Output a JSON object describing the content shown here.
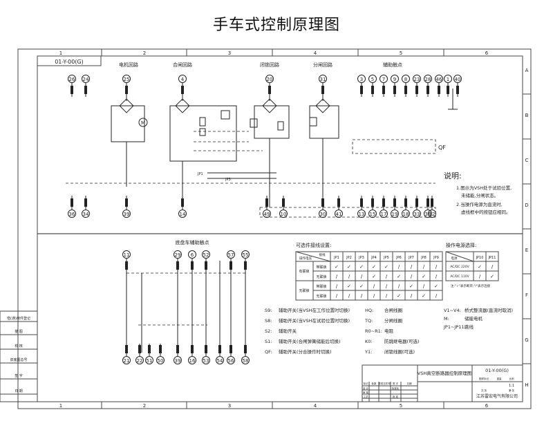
{
  "page_title": "手车式控制原理图",
  "drawing_code_stamp": "01-Y-00(G)",
  "grid_columns": [
    "1",
    "2",
    "3",
    "4",
    "5",
    "6"
  ],
  "grid_rows": [
    "A",
    "B",
    "C",
    "D",
    "E",
    "F",
    "G",
    "H"
  ],
  "section_labels": {
    "motor_circuit": "电机回路",
    "opening_circuit": "合闸回路",
    "closing_circuit": "闭锁回路",
    "trip_circuit": "分闸回路",
    "aux_contacts": "辅助触点",
    "chassis_aux": "底盘车辅助触点"
  },
  "top_terminals": [
    "26",
    "24",
    "25",
    "4",
    "20",
    "31",
    "3",
    "5",
    "7",
    "9",
    "8",
    "23",
    "28",
    "46",
    "1",
    "40"
  ],
  "bottom_terminals": [
    "36",
    "34",
    "39",
    "14",
    "49",
    "10",
    "30",
    "41",
    "13",
    "15",
    "17",
    "19",
    "18",
    "33",
    "38",
    "12"
  ],
  "chassis_top_terminals": [
    "11",
    "29",
    "6",
    "52",
    "57",
    "55"
  ],
  "chassis_bottom_terminals": [
    "21",
    "22",
    "51",
    "50",
    "39",
    "16",
    "53",
    "54",
    "56",
    "58"
  ],
  "qf_label": "QF",
  "notes": {
    "heading": "说明:",
    "lines": [
      "1.图示为VSH处于试验位置,",
      "未储能,分闸状态。",
      "2.当操作电源为直流时,",
      "虚线框中的按钮应相同。"
    ]
  },
  "jumper_table": {
    "title": "可选件接线设置:",
    "header_left": [
      "操作电压",
      "接线"
    ],
    "columns": [
      "JP1",
      "JP2",
      "JP3",
      "JP4",
      "JP5",
      "JP6",
      "JP7",
      "JP8",
      "JP9"
    ],
    "rows": [
      {
        "group": "有联锁",
        "sub": "带联锁",
        "cells": [
          "✓",
          "✓",
          "✓",
          "✓",
          "✓",
          "/",
          "/",
          "/",
          "/"
        ]
      },
      {
        "group": "有联锁",
        "sub": "无联锁",
        "cells": [
          "/",
          "/",
          "/",
          "✓",
          "/",
          "✓",
          "/",
          "✓",
          "/"
        ]
      },
      {
        "group": "无联锁",
        "sub": "带联锁",
        "cells": [
          "/",
          "✓",
          "✓",
          "/",
          "/",
          "/",
          "✓",
          "/",
          "✓"
        ]
      },
      {
        "group": "无联锁",
        "sub": "无联锁",
        "cells": [
          "/",
          "/",
          "/",
          "/",
          "/",
          "✓",
          "/",
          "✓",
          "/"
        ]
      }
    ]
  },
  "power_table": {
    "title": "操作电源选择:",
    "columns": [
      "JP10",
      "JP11"
    ],
    "header_left": "电源",
    "rows": [
      {
        "label": "AC/DC 220V",
        "cells": [
          "✓",
          "/"
        ]
      },
      {
        "label": "AC/DC 110V",
        "cells": [
          "/",
          "✓"
        ]
      }
    ],
    "footnote": "注:\"✓\"表示断开;\"/\"表示连接"
  },
  "legend": [
    {
      "code": "S9:",
      "desc": "辅助开关(当VSH在工作位置时切换)"
    },
    {
      "code": "S8:",
      "desc": "辅助开关(当VSH在试验位置时切换)"
    },
    {
      "code": "S2:",
      "desc": "辅助开关"
    },
    {
      "code": "S1:",
      "desc": "辅助开关(合闸弹簧储能后切换)"
    },
    {
      "code": "QF:",
      "desc": "辅助开关(分合操作时切换)"
    }
  ],
  "legend_mid": [
    {
      "code": "HQ:",
      "desc": "合闸线圈"
    },
    {
      "code": "TQ:",
      "desc": "分闸线圈"
    },
    {
      "code": "R0~R1:",
      "desc": "电阻"
    },
    {
      "code": "K0:",
      "desc": "防跳继电器(可选)"
    },
    {
      "code": "Y1:",
      "desc": "闭锁线圈(可选)"
    }
  ],
  "legend_right": [
    {
      "code": "V1~V4:",
      "desc": "桥式整流器(直流时取消)"
    },
    {
      "code": "M:",
      "desc": "储能电机"
    },
    {
      "code": "JP1~JP11:",
      "desc": "跳线"
    }
  ],
  "side_stamp_labels": [
    "借(通)用件登记",
    "描 图",
    "校 核",
    "旧底图总号",
    "签 字",
    "日 期"
  ],
  "title_block": {
    "drawing_name": "VSH真空断路器控制原理图",
    "drawing_no": "01-Y-00(G)",
    "company": "江苏雷宏电气有限公司",
    "scale": "1:1",
    "labels": [
      "标记",
      "处数",
      "更改文件号",
      "签 字",
      "日期",
      "设 计",
      "标准化",
      "审 核",
      "工艺",
      "批 准",
      "图样标记",
      "重量",
      "比例",
      "共 张",
      "第 张"
    ]
  }
}
